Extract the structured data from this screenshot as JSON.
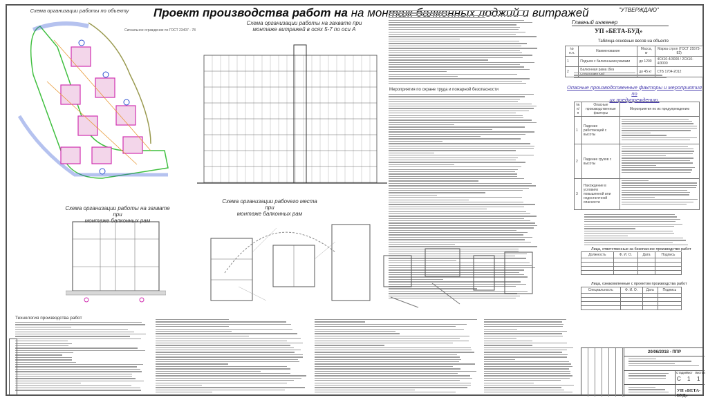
{
  "title": {
    "bold": "Проект производства работ на",
    "rest": " на монтаж балконных лоджий и витражей"
  },
  "approval": {
    "stamp": "\"УТВЕРЖДАЮ\"",
    "position": "Главный инженер",
    "company": "УП «БЕТА-БУД»"
  },
  "site_plan": {
    "heading": "Схема организации работы по объекту",
    "fence_note": "Сигнальное ограждение по ГОСТ 23407 - 78"
  },
  "facade": {
    "heading_1": "Схема организации работы на захвате при",
    "heading_2": "монтаже витражей в осях 5-7 по оси А"
  },
  "balcony_capture": {
    "heading_1": "Схема организации работы на захвате при",
    "heading_2": "монтаже балконных рам"
  },
  "workplace": {
    "heading_1": "Схема организации рабочего места при",
    "heading_2": "монтаже балконных рам"
  },
  "notes": {
    "safety_heading": "Мероприятия по охране труда и пожарной безопасности",
    "technology_heading": "Технология производства работ"
  },
  "weights_table": {
    "heading": "Таблица основных весов на объекте",
    "columns": [
      "№ п.п.",
      "Наименование",
      "Масса, кг",
      "Марка строп (ГОСТ 25573-82)"
    ],
    "rows": [
      [
        "1",
        "Подъем с балконными рамами",
        "до 1200",
        "4СК10-4/3000 / 2СК10-4/3000"
      ],
      [
        "2",
        "Балконная рама (без стеклопакетов)",
        "до 45 кг",
        "СТБ 1704-2012"
      ]
    ]
  },
  "hazards": {
    "heading_1": "Опасные производственные факторы и мероприятия по",
    "heading_2": "их предупреждению.",
    "columns": [
      "№ п/п",
      "Опасные производственные факторы",
      "Мероприятия по их предупреждению"
    ],
    "rows": [
      {
        "n": "1",
        "factor": "Падение работающий с высоты"
      },
      {
        "n": "2",
        "factor": "Падение грузов с высоты"
      },
      {
        "n": "3",
        "factor": "Нахождение в условиях повышенной или недостаточной опасности"
      }
    ]
  },
  "responsible": {
    "heading": "Лица, ответственные за безопасное производство работ",
    "columns": [
      "Должность",
      "Ф. И. О.",
      "Дата",
      "Подпись"
    ]
  },
  "acquainted": {
    "heading": "Лица, ознакомленные с проектом производства работ",
    "columns": [
      "Специальность",
      "Ф. И. О.",
      "Дата",
      "Подпись"
    ]
  },
  "stamp": {
    "code": "20/06/2018 - ППР",
    "stage_label": "Стадия",
    "sheet_label": "Лист",
    "sheets_label": "Листов",
    "stage": "С",
    "sheet": "1",
    "sheets": "1",
    "company": "УП «БЕТА-БУД»"
  },
  "colors": {
    "plan_magenta": "#d02fb0",
    "plan_green": "#3fbf3f",
    "plan_blue": "#2a4fd0",
    "plan_orange": "#e89a3a",
    "hazard_heading": "#4a3fb0"
  }
}
